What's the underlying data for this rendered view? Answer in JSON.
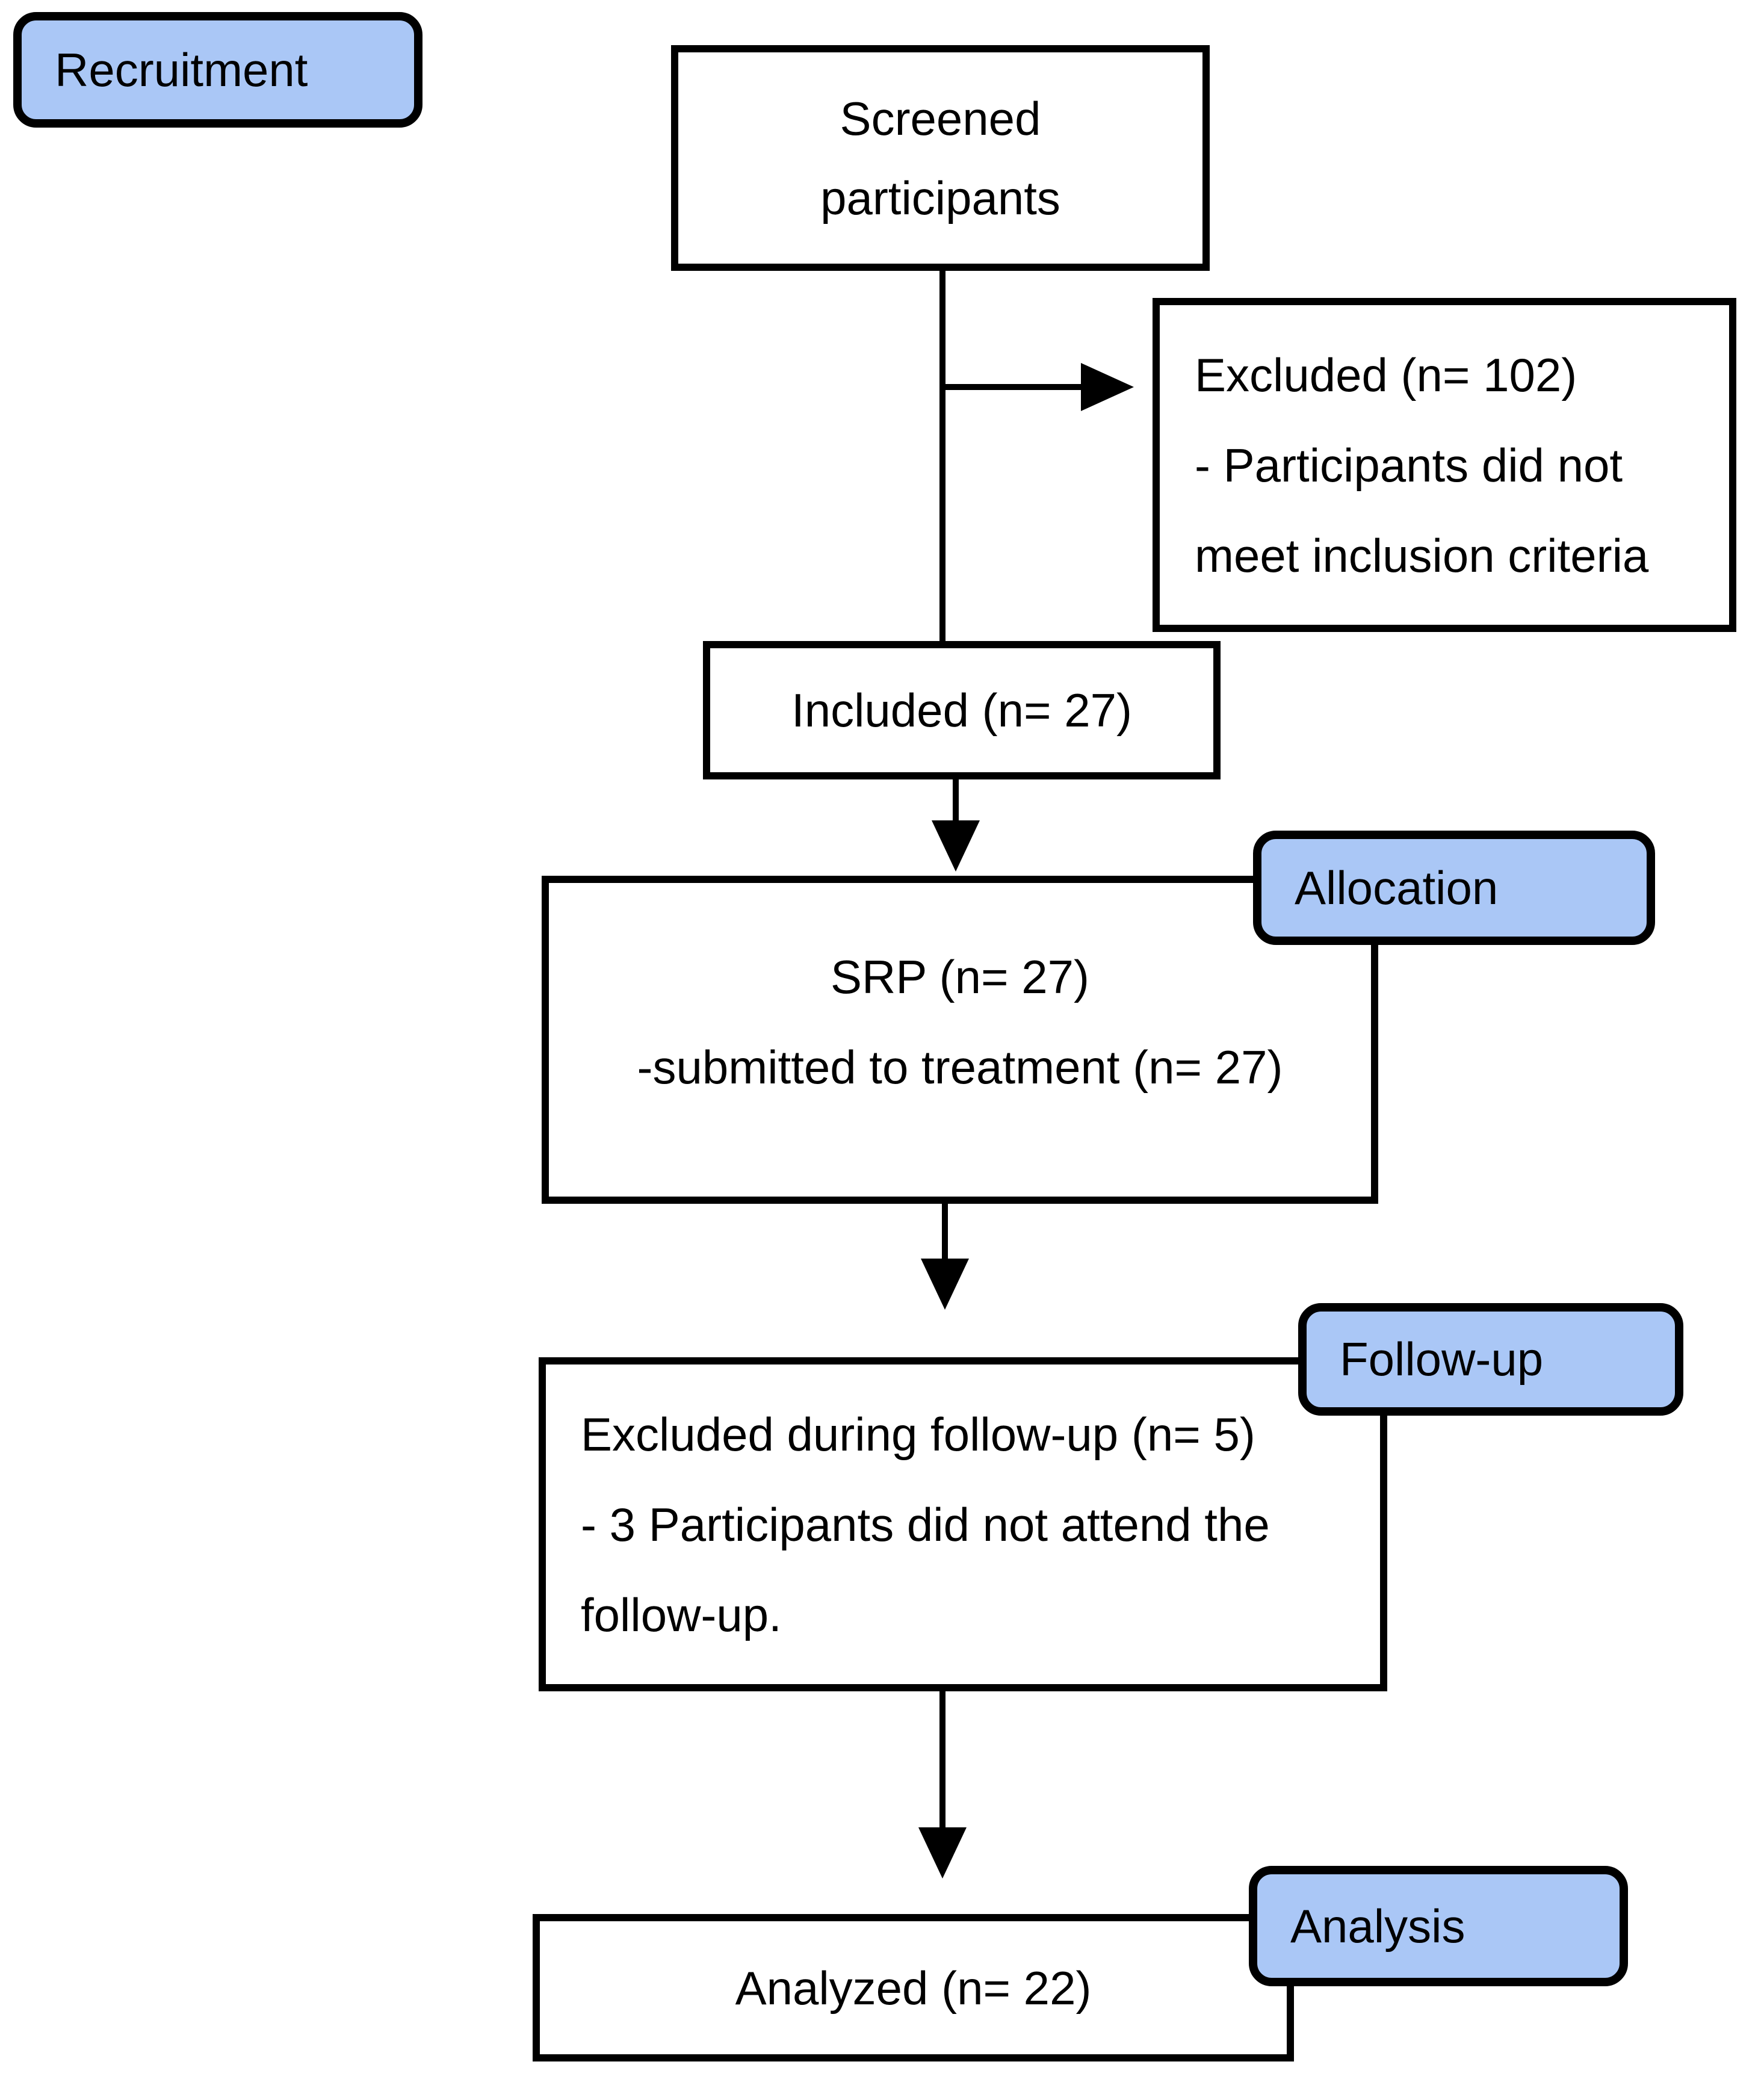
{
  "diagram": {
    "type": "participant-flow-diagram",
    "stage_tags": {
      "recruitment": "Recruitment",
      "allocation": "Allocation",
      "follow_up": "Follow-up",
      "analysis": "Analysis"
    },
    "boxes": {
      "screened": {
        "lines": [
          "Screened",
          "participants"
        ]
      },
      "excluded": {
        "lines": [
          "Excluded (n= 102)",
          "- Participants did not",
          "meet inclusion criteria"
        ]
      },
      "included": {
        "lines": [
          "Included (n= 27)"
        ]
      },
      "srp": {
        "lines": [
          "SRP (n= 27)",
          "-submitted to treatment (n= 27)"
        ]
      },
      "follow_up_exclusions": {
        "lines": [
          "Excluded during follow-up (n= 5)",
          "- 3 Participants did not attend the",
          "follow-up."
        ]
      },
      "analyzed": {
        "lines": [
          "Analyzed (n= 22)"
        ]
      }
    },
    "counts": {
      "excluded_at_screening": 102,
      "included": 27,
      "allocated_srp": 27,
      "submitted_to_treatment": 27,
      "excluded_during_follow_up": 5,
      "did_not_attend_follow_up": 3,
      "analyzed": 22
    },
    "colors": {
      "tag_fill": "#aac7f6",
      "outline": "#000000",
      "box_fill": "#ffffff",
      "text": "#000000"
    }
  }
}
